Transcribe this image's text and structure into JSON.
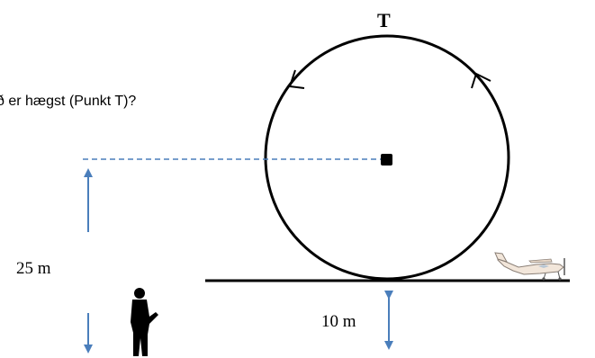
{
  "question_fragment": "ð er hægst (Punkt T)?",
  "top_point_label": "T",
  "height_label": "25 m",
  "ground_clearance_label": "10 m",
  "colors": {
    "loop": "#000000",
    "ground": "#000000",
    "dimension_arrow": "#4a7ebb",
    "dashed_line": "#4a7ebb",
    "airplane_body": "#f2e6da",
    "airplane_outline": "#8a7f76"
  },
  "icons": {
    "person": "person-silhouette-icon",
    "airplane": "airplane-icon"
  }
}
